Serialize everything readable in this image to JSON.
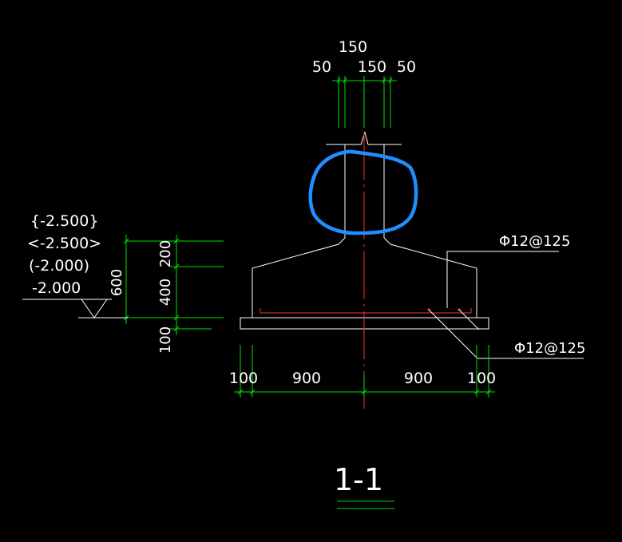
{
  "colors": {
    "background": "#000000",
    "outline": "#ffffff",
    "dimension": "#00e000",
    "centerline": "#ff3030",
    "markup": "#1e8fff"
  },
  "top_dims": {
    "overall": "150",
    "left": "50",
    "center": "150",
    "right": "50"
  },
  "elevations": [
    "{-2.500}",
    "<-2.500>",
    "(-2.000)",
    "-2.000"
  ],
  "left_dims": {
    "total": "600",
    "upper": "200",
    "middle": "400",
    "lower": "100"
  },
  "bottom_dims": [
    "100",
    "900",
    "900",
    "100"
  ],
  "rebar_labels": {
    "upper": "Φ12@125",
    "lower": "Φ12@125"
  },
  "section_title": "1-1"
}
